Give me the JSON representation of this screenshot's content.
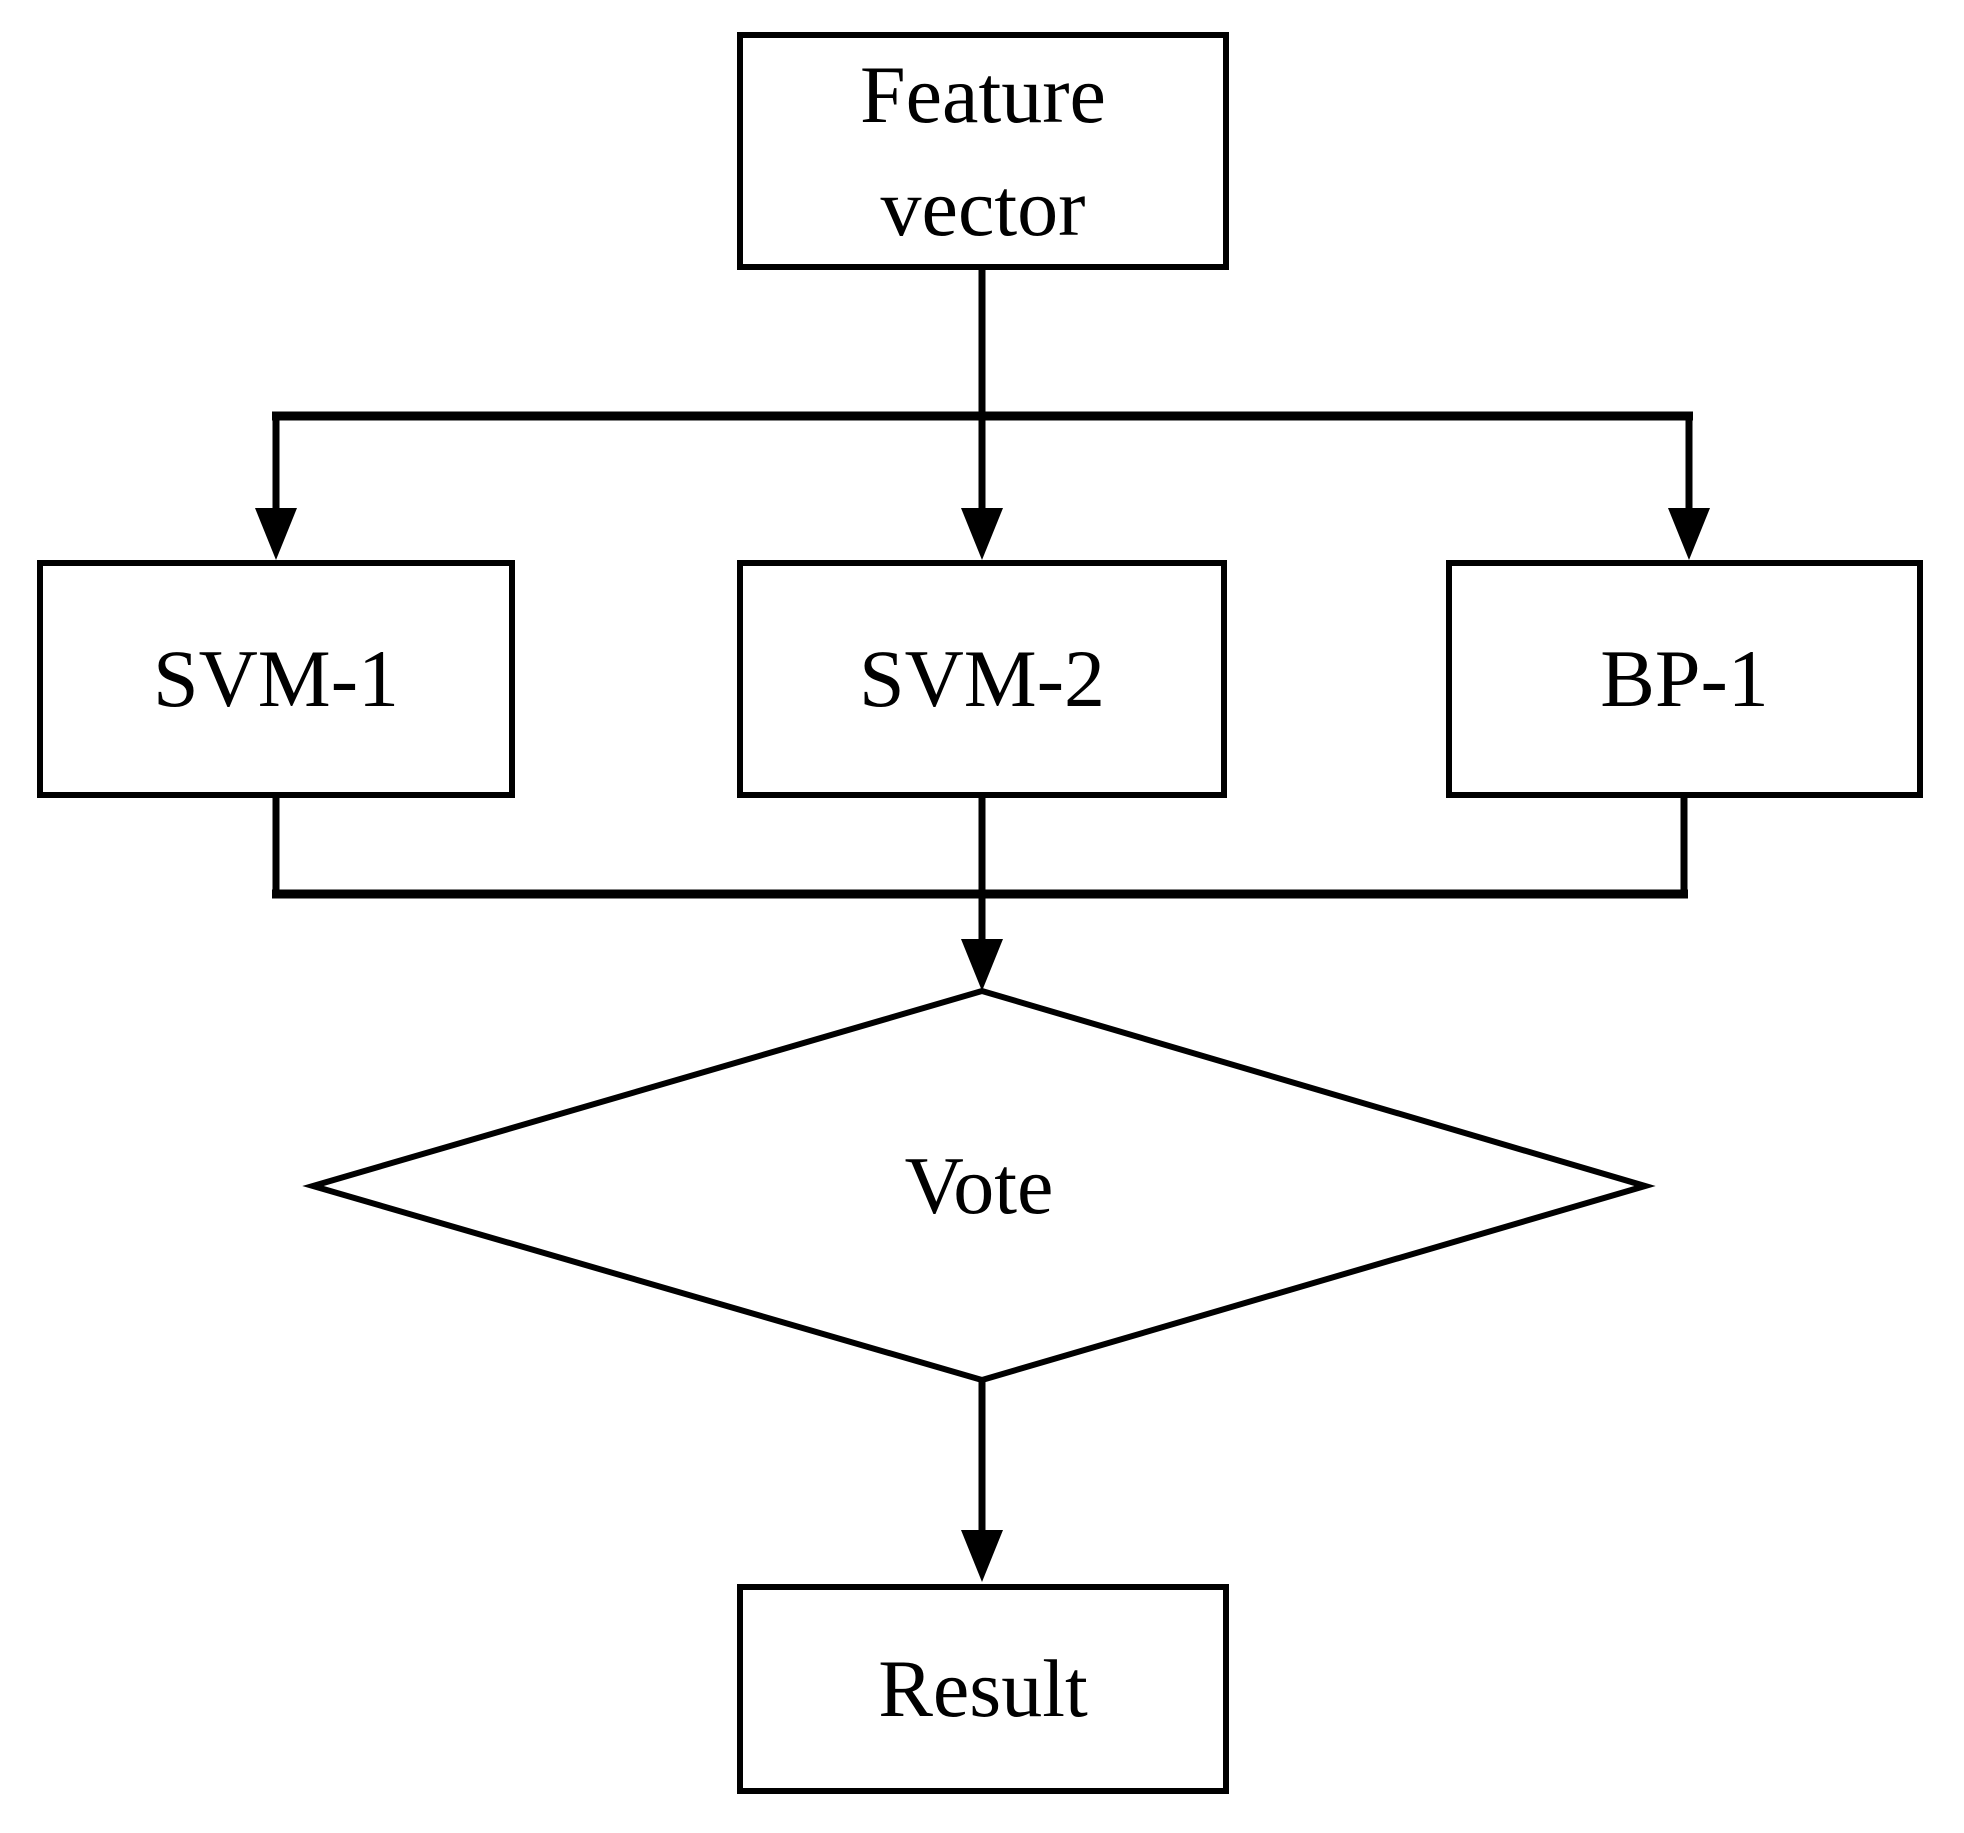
{
  "colors": {
    "background": "#ffffff",
    "stroke": "#000000",
    "text": "#000000"
  },
  "nodes": {
    "feature_vector": {
      "label": "Feature vector",
      "shape": "rectangle"
    },
    "svm1": {
      "label": "SVM-1",
      "shape": "rectangle"
    },
    "svm2": {
      "label": "SVM-2",
      "shape": "rectangle"
    },
    "bp1": {
      "label": "BP-1",
      "shape": "rectangle"
    },
    "vote": {
      "label": "Vote",
      "shape": "diamond"
    },
    "result": {
      "label": "Result",
      "shape": "rectangle"
    }
  },
  "edges": [
    {
      "from": "feature_vector",
      "to": "svm1"
    },
    {
      "from": "feature_vector",
      "to": "svm2"
    },
    {
      "from": "feature_vector",
      "to": "bp1"
    },
    {
      "from": "svm1",
      "to": "vote"
    },
    {
      "from": "svm2",
      "to": "vote"
    },
    {
      "from": "bp1",
      "to": "vote"
    },
    {
      "from": "vote",
      "to": "result"
    }
  ]
}
